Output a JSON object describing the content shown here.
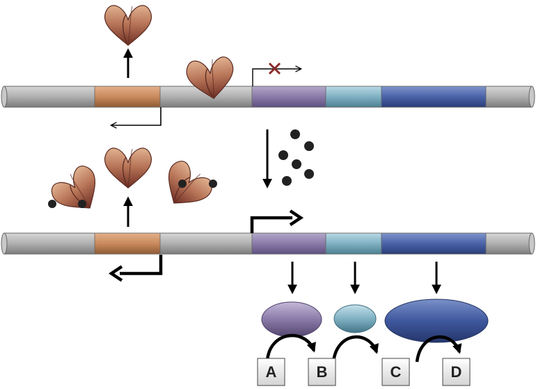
{
  "boxes": {
    "a": "A",
    "b": "B",
    "c": "C",
    "d": "D"
  },
  "colors": {
    "dna": "#a9a9a9",
    "regulator_gene": "#c98a5c",
    "gene1": "#8a7aa8",
    "gene2": "#7fb1c3",
    "gene3": "#4a63a8",
    "repressor": "#8a4a3a",
    "inducer": "#222222",
    "blocked_mark": "#8b2a2a"
  }
}
